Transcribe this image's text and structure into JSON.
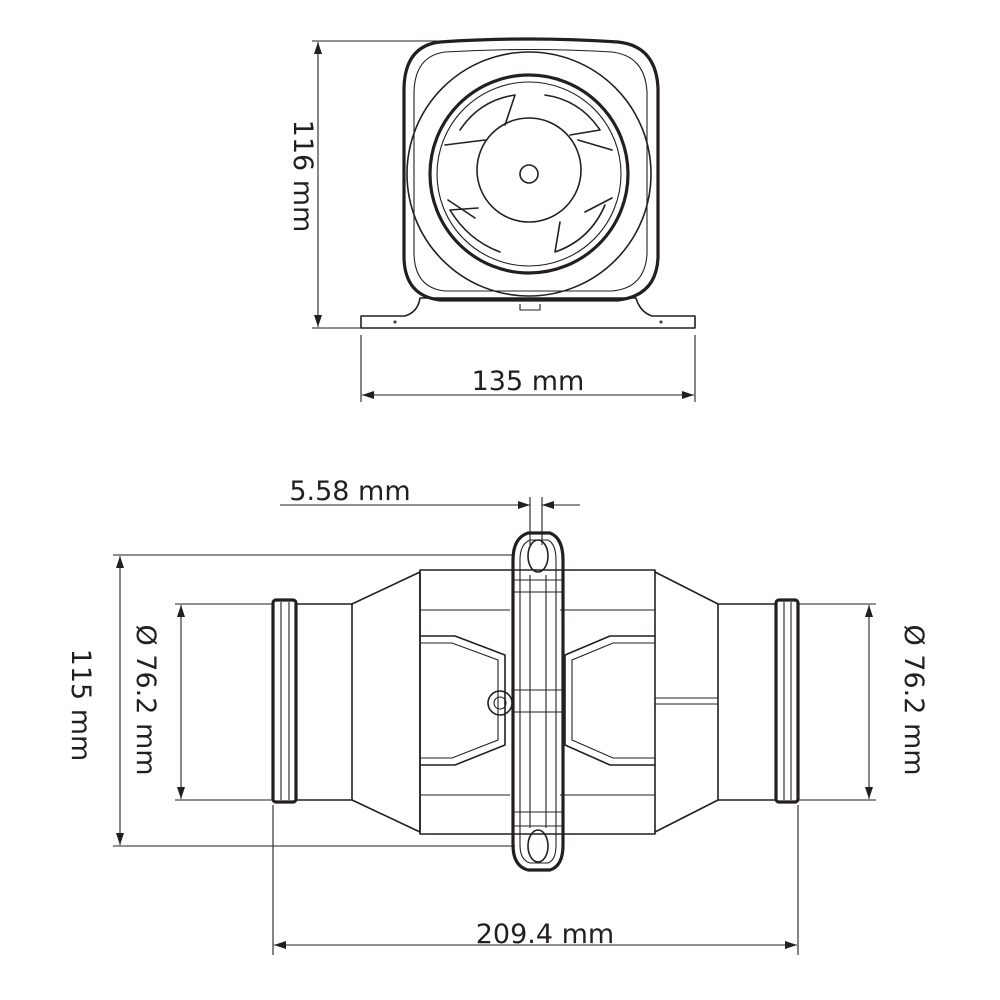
{
  "dimensions": {
    "front_height": "116 mm",
    "front_width": "135 mm",
    "flange_thickness": "5.58 mm",
    "side_height": "115 mm",
    "inlet_diameter_left": "Ø 76.2 mm",
    "inlet_diameter_right": "Ø 76.2 mm",
    "total_length": "209.4 mm"
  },
  "colors": {
    "line": "#231f20",
    "background": "#ffffff"
  }
}
